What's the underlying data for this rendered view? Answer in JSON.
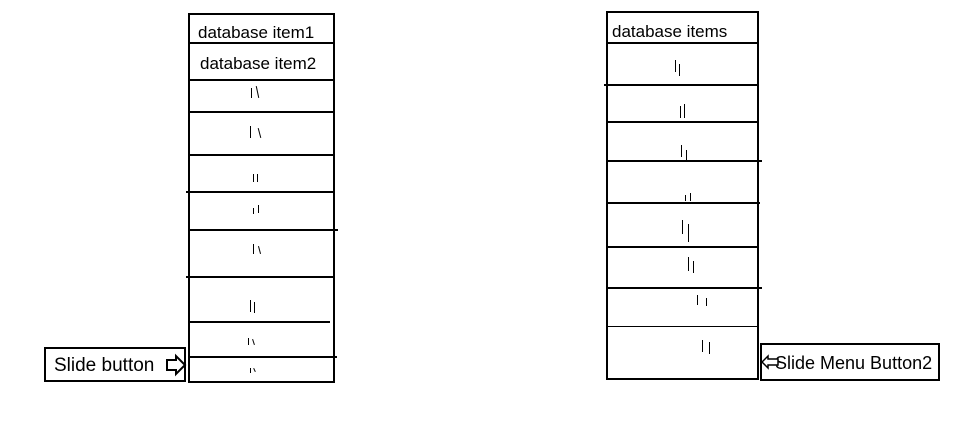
{
  "left_list": {
    "items": [
      "database item1",
      "database item2"
    ],
    "button_label": "Slide button"
  },
  "right_list": {
    "header": "database items",
    "button_label": "Slide Menu Button2"
  }
}
